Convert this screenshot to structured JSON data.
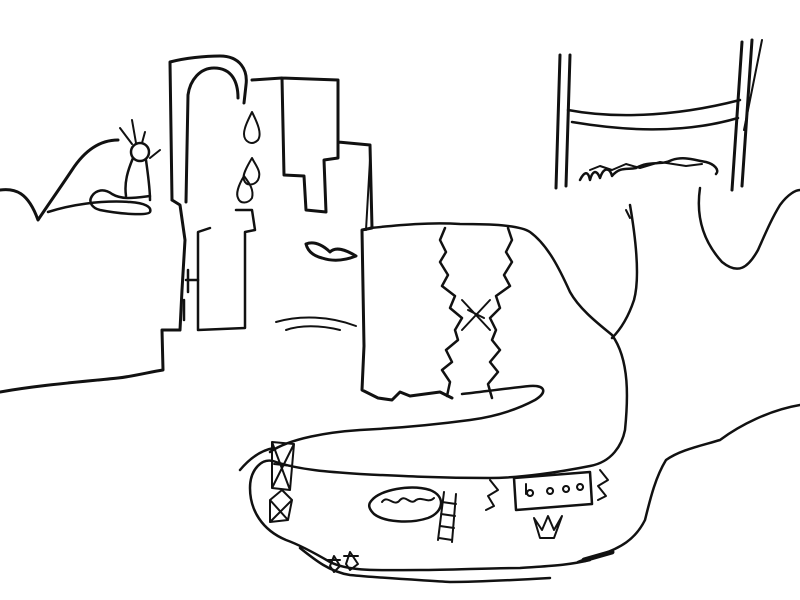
{
  "drawing": {
    "ink_color": "#111111",
    "paper_color": "#ffffff",
    "elements": [
      "left-ground-line",
      "small-creature",
      "faucet-tower",
      "water-drops",
      "stepped-building",
      "door",
      "zigzag-river",
      "curving-path",
      "swing-frame",
      "right-ground-line",
      "bottom-island",
      "scribble-marks"
    ]
  }
}
